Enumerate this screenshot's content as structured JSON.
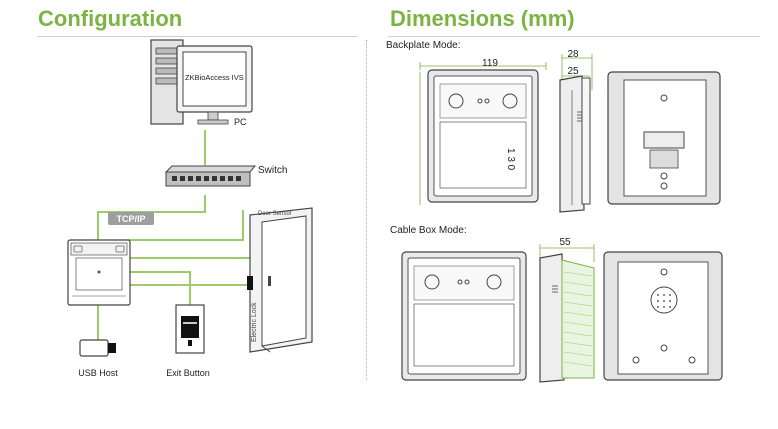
{
  "headings": {
    "configuration": "Configuration",
    "dimensions": "Dimensions (mm)"
  },
  "colors": {
    "accent_green": "#7cb342",
    "wire_green": "#9ccc65",
    "tcp_badge": "#9e9e9e",
    "line_gray": "#555555"
  },
  "configuration": {
    "pc_screen_text": "ZKBioAccess IVS",
    "pc_label": "PC",
    "switch_label": "Switch",
    "tcp_label": "TCP/IP",
    "usb_label": "USB Host",
    "exit_label": "Exit Button",
    "door_top_label": "Door Sensor",
    "lock_label": "Electric Lock"
  },
  "dimensions": {
    "backplate_label": "Backplate Mode:",
    "cable_box_label": "Cable Box Mode:",
    "width": "119",
    "depth_total": "28",
    "depth_device": "25",
    "depth_cable_box": "55",
    "front_digits": "1 3 0"
  }
}
